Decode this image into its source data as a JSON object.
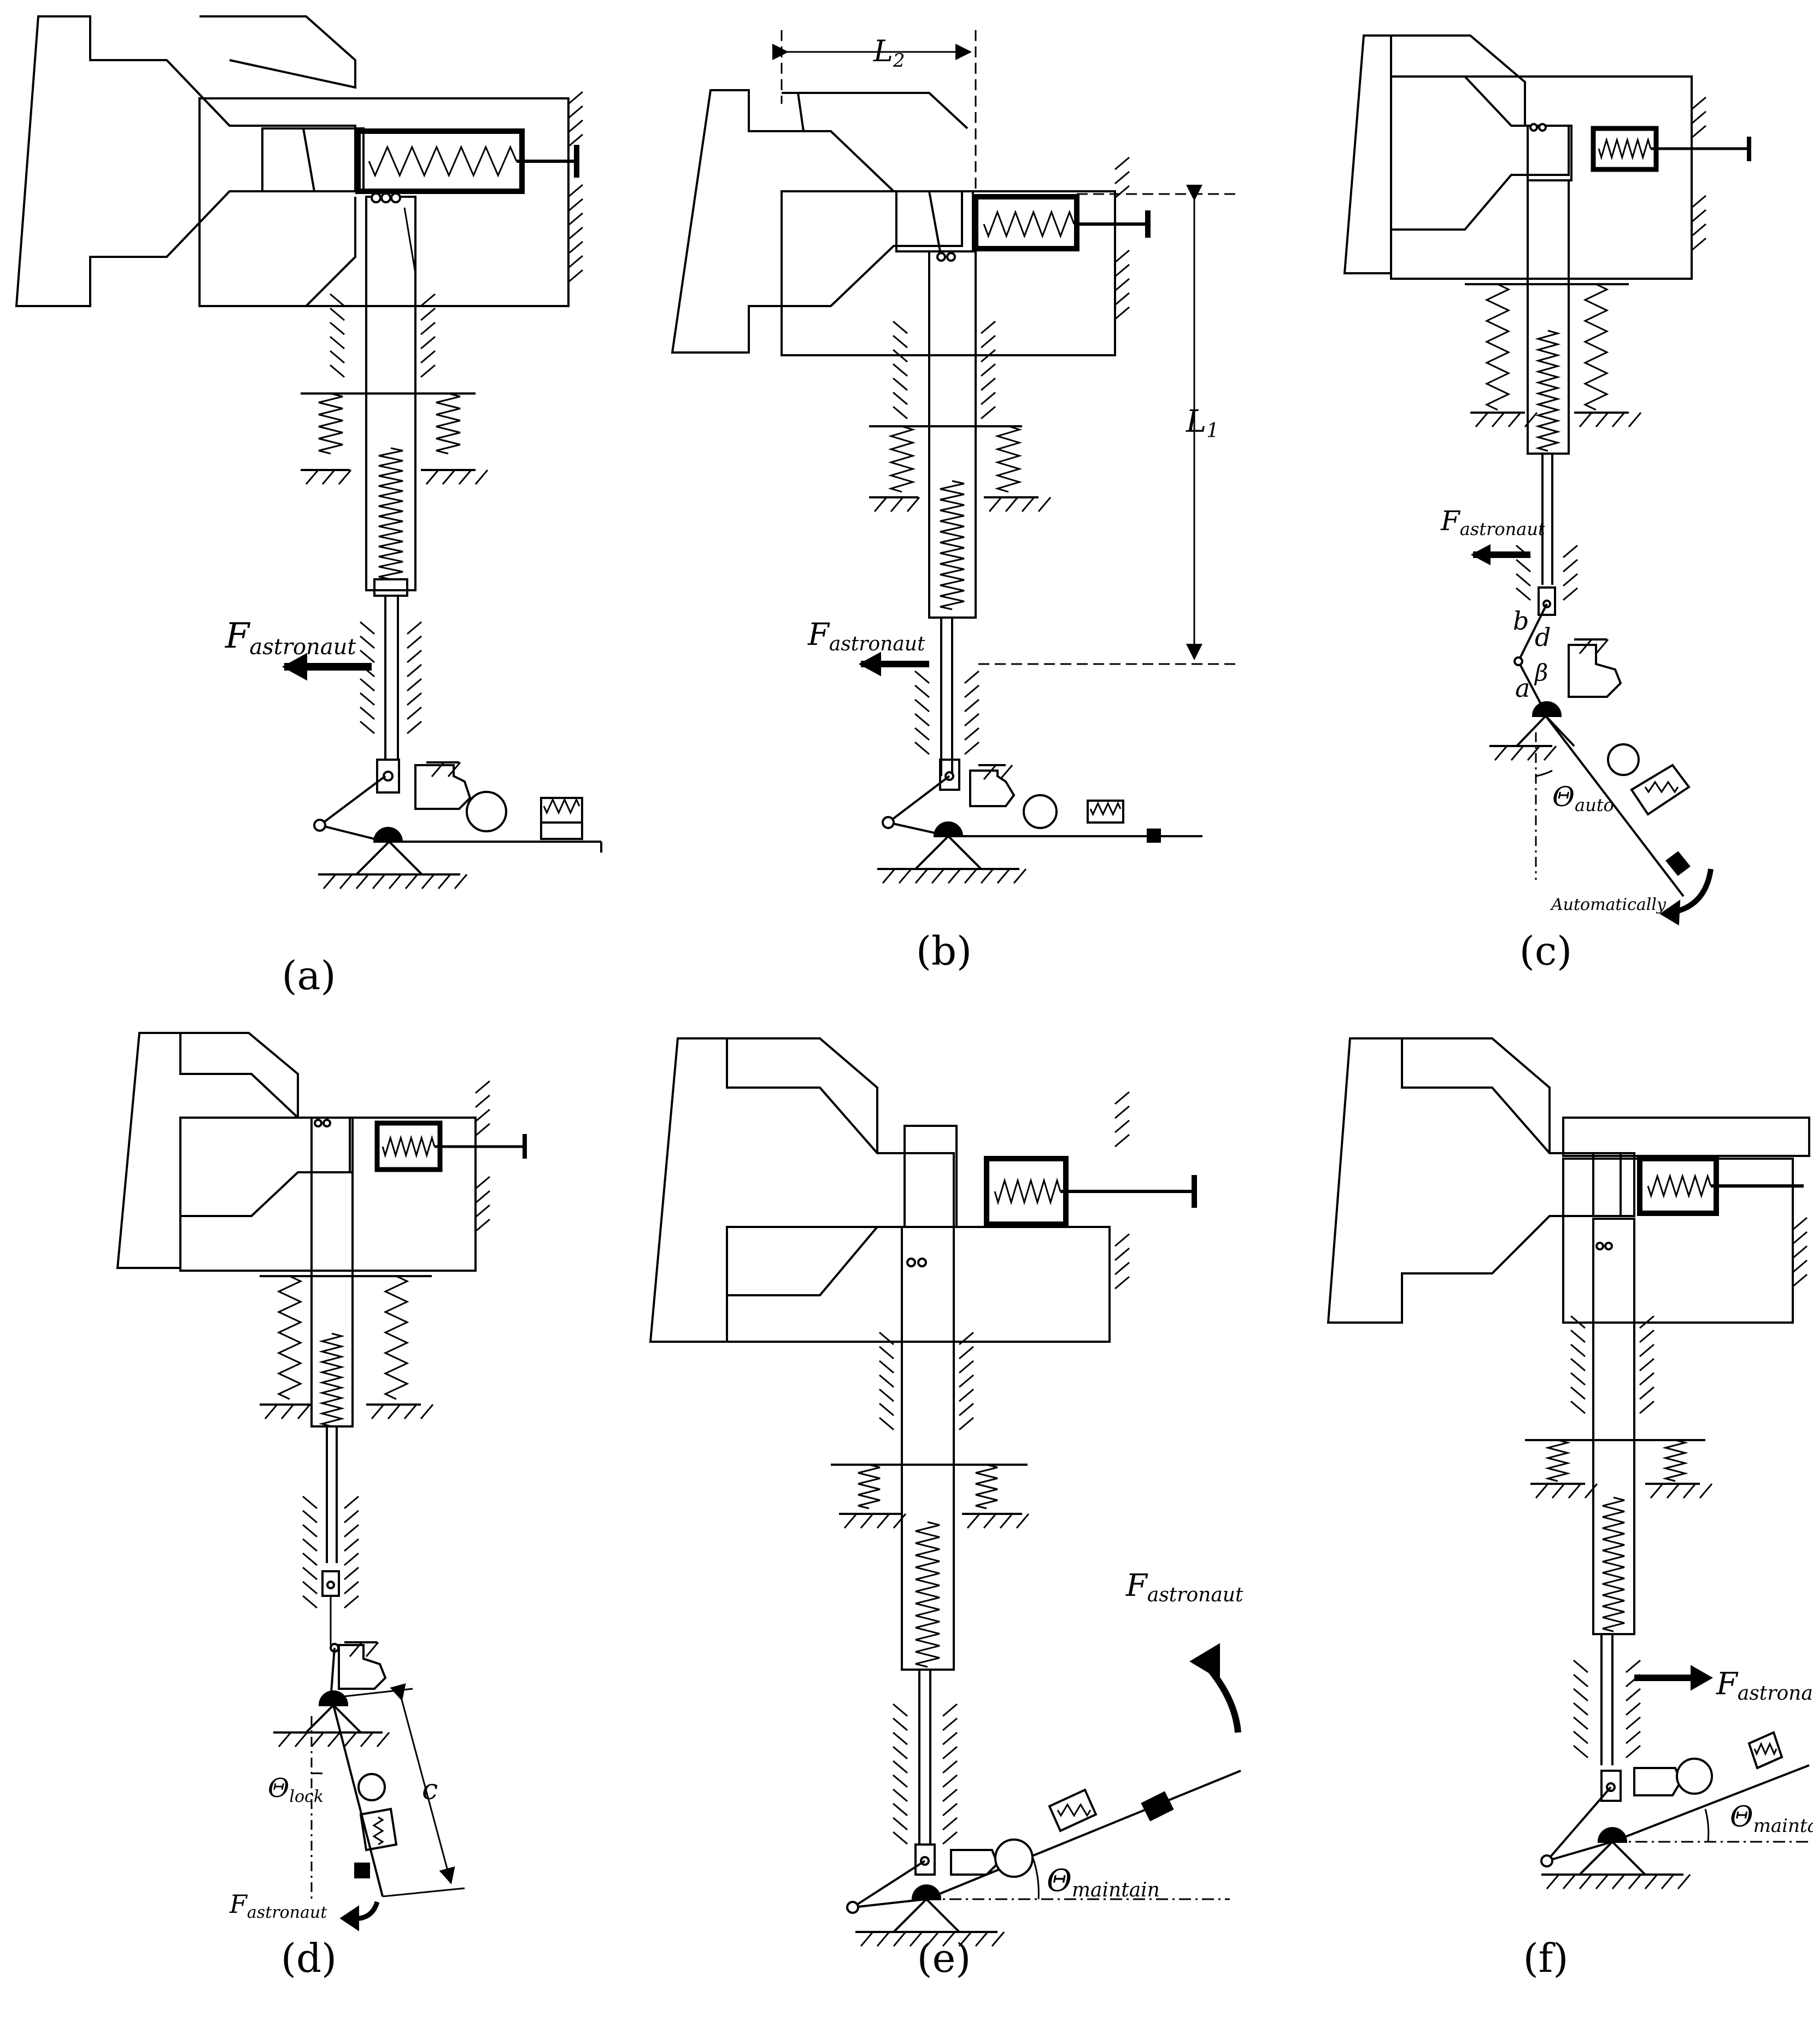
{
  "captions": [
    "(a)",
    "(b)",
    "(c)",
    "(d)",
    "(e)",
    "(f)"
  ],
  "force_symbol": "F",
  "force_subscript": "astronaut",
  "theta_symbol": "Θ",
  "theta_auto_sub": "auto",
  "theta_lock_sub": "lock",
  "theta_maintain_sub": "maintain",
  "dim_L1": "L",
  "dim_L1_sub": "1",
  "dim_L2": "L",
  "dim_L2_sub": "2",
  "var_a": "a",
  "var_b": "b",
  "var_c": "c",
  "var_d": "d",
  "var_beta": "β",
  "automatically": "Automatically",
  "colors": {
    "line": "#000000",
    "background": "#ffffff"
  }
}
